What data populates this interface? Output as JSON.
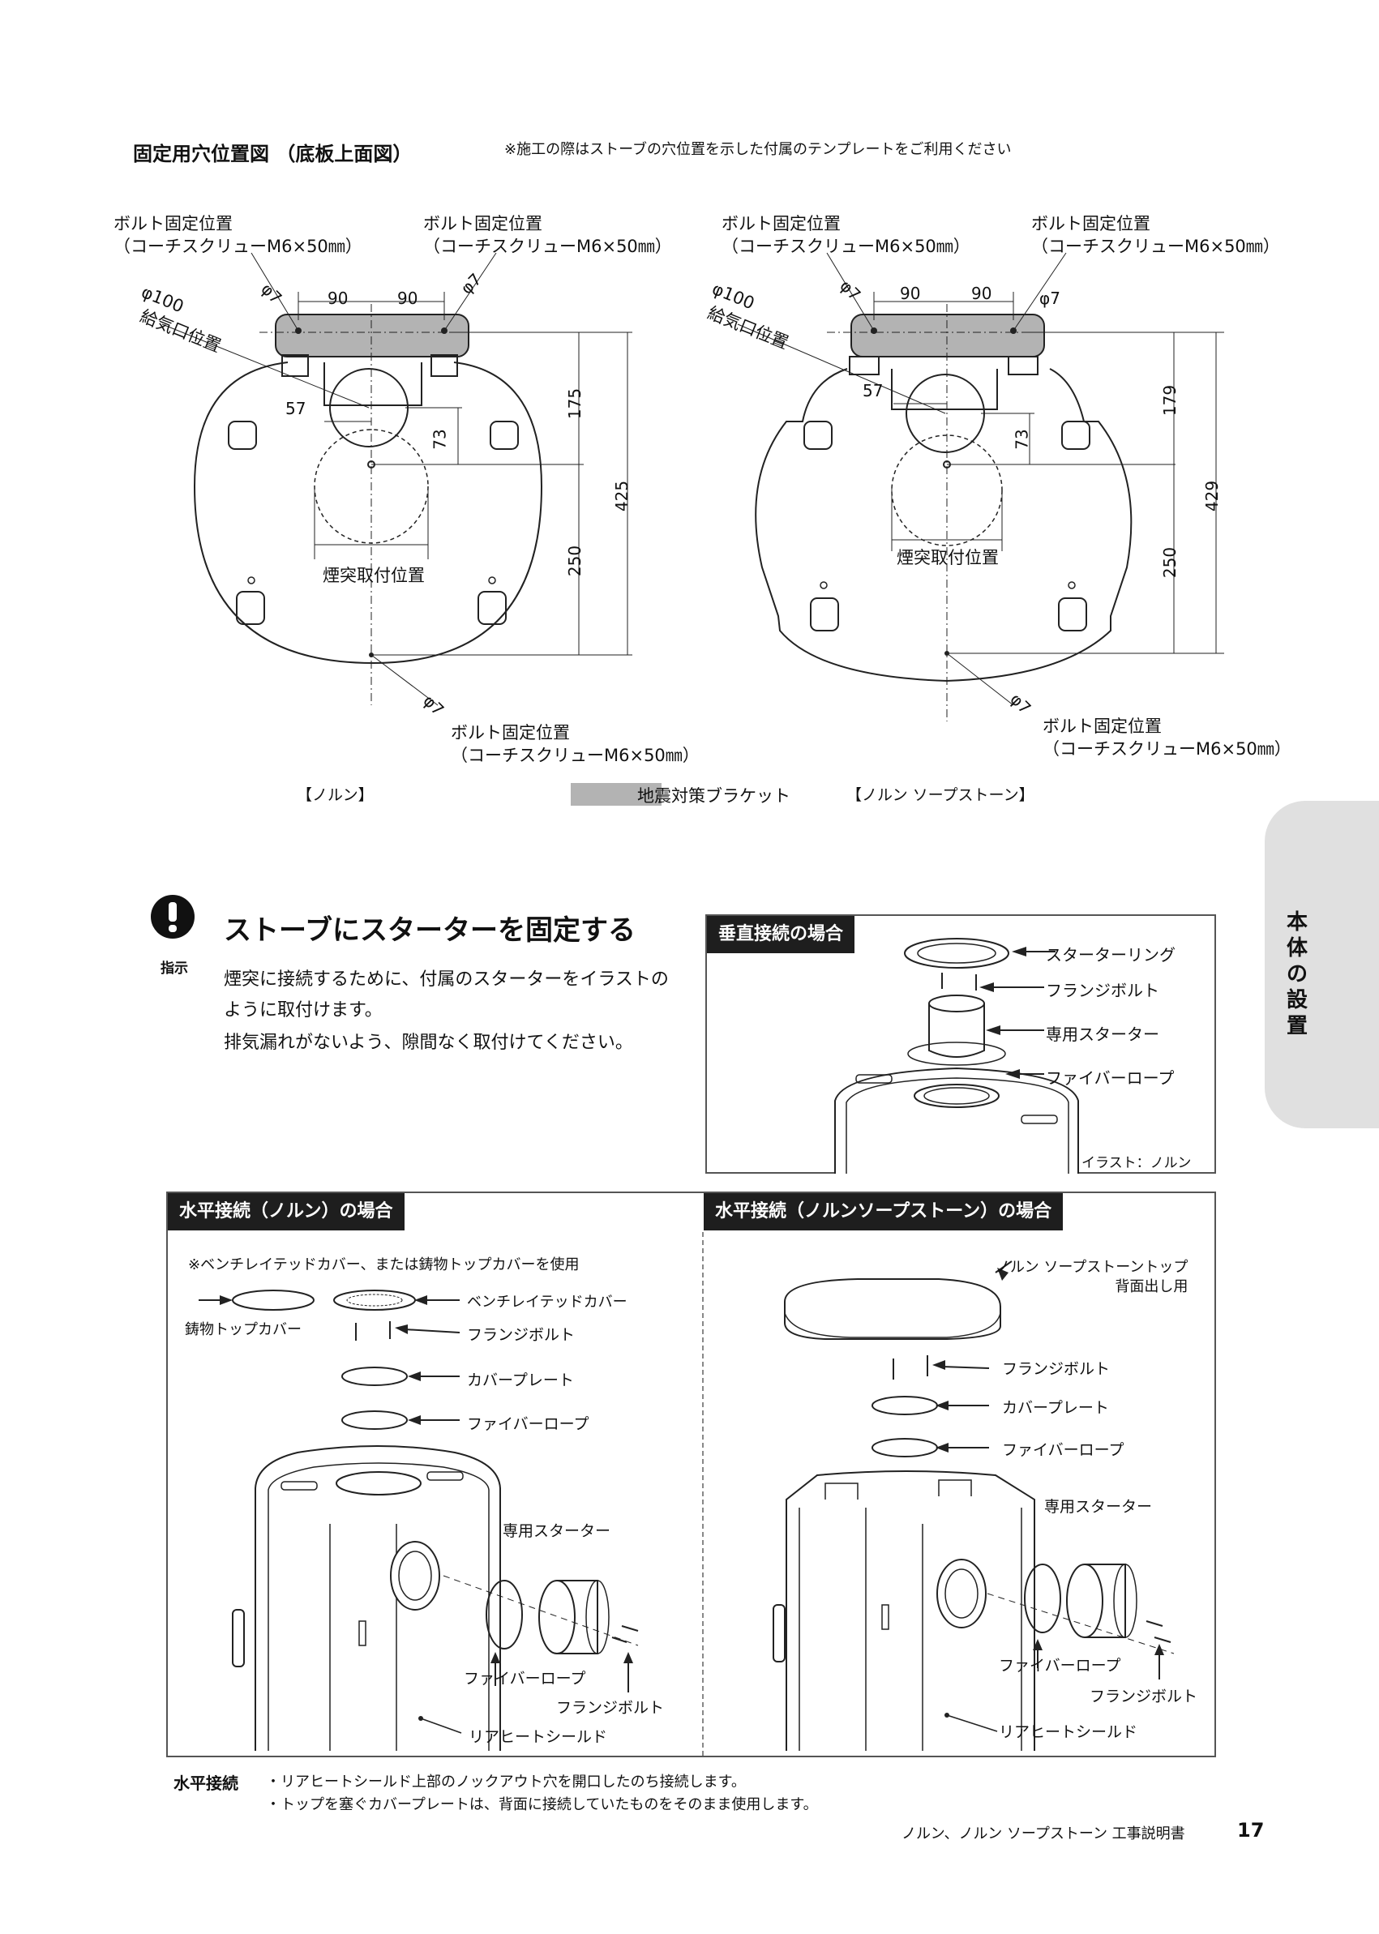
{
  "top": {
    "title": "固定用穴位置図 （底板上面図）",
    "note": "※施工の際はストーブの穴位置を示した付属のテンプレートをご利用ください"
  },
  "left_diagram": {
    "bolt_tl": [
      "ボルト固定位置",
      "（コーチスクリューM6×50㎜）"
    ],
    "bolt_tr": [
      "ボルト固定位置",
      "（コーチスクリューM6×50㎜）"
    ],
    "bolt_bottom": [
      "ボルト固定位置",
      "（コーチスクリューM6×50㎜）"
    ],
    "phi7": "φ7",
    "phi100": "φ100",
    "air_inlet": "給気口位置",
    "dim_90a": "90",
    "dim_90b": "90",
    "dim_57": "57",
    "dim_73": "73",
    "dim_175": "175",
    "dim_250": "250",
    "dim_425": "425",
    "chimney": "煙突取付位置",
    "caption": "【ノルン】"
  },
  "right_diagram": {
    "bolt_tl": [
      "ボルト固定位置",
      "（コーチスクリューM6×50㎜）"
    ],
    "bolt_tr": [
      "ボルト固定位置",
      "（コーチスクリューM6×50㎜）"
    ],
    "bolt_bottom": [
      "ボルト固定位置",
      "（コーチスクリューM6×50㎜）"
    ],
    "phi7": "φ7",
    "phi100": "φ100",
    "air_inlet": "給気口位置",
    "dim_90a": "90",
    "dim_90b": "90",
    "dim_57": "57",
    "dim_73": "73",
    "dim_179": "179",
    "dim_250": "250",
    "dim_429": "429",
    "chimney": "煙突取付位置",
    "caption": "【ノルン ソープストーン】"
  },
  "legend": {
    "label": "地震対策ブラケット",
    "color": "#b3b3b3"
  },
  "starter": {
    "icon_label": "指示",
    "heading": "ストーブにスターターを固定する",
    "lines": [
      "煙突に接続するために、付属のスターターをイラストの",
      "ように取付けます。",
      "排気漏れがないよう、隙間なく取付けてください。"
    ]
  },
  "vertical": {
    "header": "垂直接続の場合",
    "labels": [
      "スターターリング",
      "フランジボルト",
      "専用スターター",
      "ファイバーロープ"
    ],
    "caption": "イラスト：ノルン"
  },
  "horiz_norn": {
    "header": "水平接続（ノルン）の場合",
    "note": "※ベンチレイテッドカバー、または鋳物トップカバーを使用",
    "cast_top": "鋳物トップカバー",
    "vented": "ベンチレイテッドカバー",
    "flange_bolt": "フランジボルト",
    "cover_plate": "カバープレート",
    "fiber_rope": "ファイバーロープ",
    "starter": "専用スターター",
    "fiber_rope2": "ファイバーロープ",
    "flange_bolt2": "フランジボルト",
    "rear_shield": "リアヒートシールド"
  },
  "horiz_soap": {
    "header": "水平接続（ノルンソープストーン）の場合",
    "top_label": [
      "ノルン ソープストーントップ",
      "背面出し用"
    ],
    "flange_bolt": "フランジボルト",
    "cover_plate": "カバープレート",
    "fiber_rope": "ファイバーロープ",
    "starter": "専用スターター",
    "fiber_rope2": "ファイバーロープ",
    "flange_bolt2": "フランジボルト",
    "rear_shield": "リアヒートシールド"
  },
  "footer": {
    "label": "水平接続",
    "notes": [
      "・リアヒートシールド上部のノックアウト穴を開口したのち接続します。",
      "・トップを塞ぐカバープレートは、背面に接続していたものをそのまま使用します。"
    ],
    "doc_title": "ノルン、ノルン ソープストーン 工事説明書",
    "page_number": "17"
  },
  "side_tab": "本体の設置"
}
